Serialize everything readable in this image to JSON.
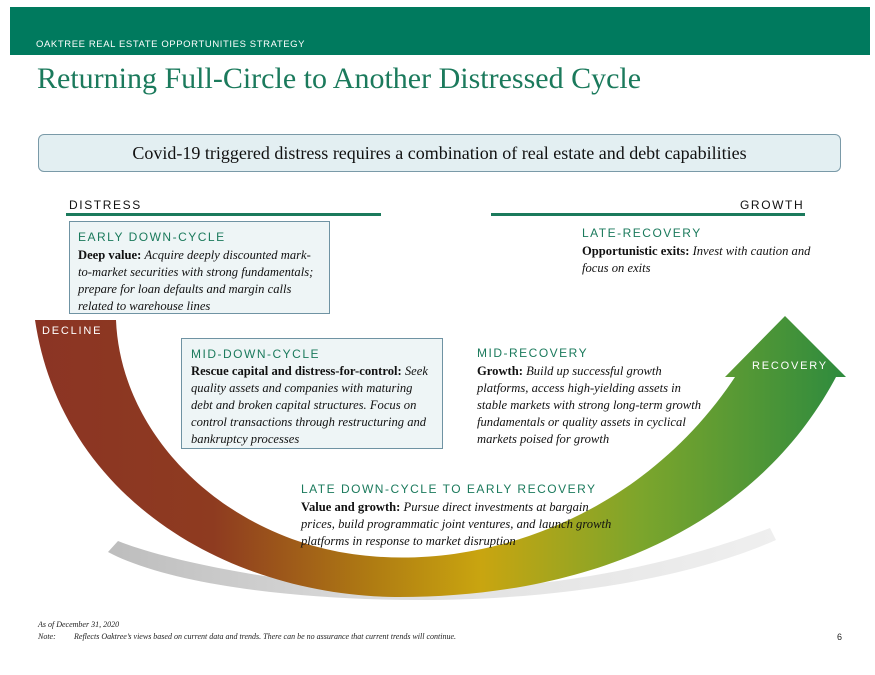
{
  "header": {
    "kicker": "OAKTREE REAL ESTATE OPPORTUNITIES STRATEGY"
  },
  "page": {
    "title": "Returning Full-Circle to Another Distressed Cycle",
    "number": "6"
  },
  "callout": {
    "text": "Covid-19 triggered distress requires a combination of real estate and debt capabilities"
  },
  "axis": {
    "left_label": "DISTRESS",
    "right_label": "GROWTH"
  },
  "arc_labels": {
    "decline": "DECLINE",
    "recovery": "RECOVERY"
  },
  "colors": {
    "brand_green": "#007a5e",
    "title_green": "#1b7a5c",
    "decline_red": "#8b3424",
    "trough_gold": "#c9a510",
    "recovery_green": "#2e8b3e"
  },
  "phases": {
    "early_down": {
      "title": "EARLY DOWN-CYCLE",
      "lead": "Deep value:",
      "text": "Acquire deeply discounted mark-to-market securities with strong fundamentals; prepare for loan defaults and margin calls related to warehouse lines"
    },
    "mid_down": {
      "title": "MID-DOWN-CYCLE",
      "lead": "Rescue capital and distress-for-control:",
      "text": "Seek quality assets and companies with maturing debt and broken capital structures. Focus on control transactions through restructuring and bankruptcy processes"
    },
    "late_down": {
      "title": "LATE DOWN-CYCLE TO EARLY RECOVERY",
      "lead": "Value and growth:",
      "text": "Pursue direct investments at bargain prices, build programmatic joint ventures, and launch growth platforms in response to market disruption"
    },
    "mid_recovery": {
      "title": "MID-RECOVERY",
      "lead": "Growth:",
      "text": "Build up successful growth platforms, access high-yielding assets in stable markets with strong long-term growth fundamentals or quality assets in cyclical markets poised for growth"
    },
    "late_recovery": {
      "title": "LATE-RECOVERY",
      "lead": "Opportunistic exits:",
      "text": "Invest with caution and focus on exits"
    }
  },
  "footer": {
    "as_of": "As of December 31, 2020",
    "note_label": "Note:",
    "note_text": "Reflects Oaktree’s views based on current data and trends.  There can be no assurance that current trends will continue."
  }
}
